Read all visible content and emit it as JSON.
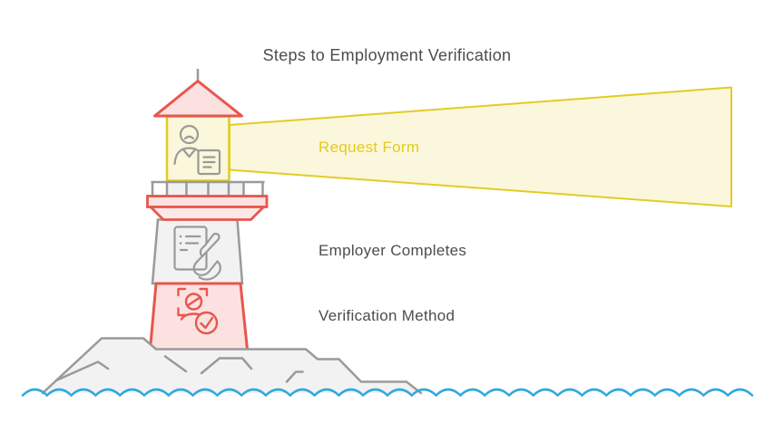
{
  "title": "Steps to Employment Verification",
  "steps": [
    {
      "label": "Request Form"
    },
    {
      "label": "Employer Completes"
    },
    {
      "label": "Verification Method"
    }
  ],
  "icons": [
    {
      "name": "person-with-form-icon",
      "depicts": "employee avatar holding a request form"
    },
    {
      "name": "signing-document-icon",
      "depicts": "hand with quill pen signing a document"
    },
    {
      "name": "identity-check-icon",
      "depicts": "person identity scan with approval checkmark"
    }
  ],
  "colors": {
    "accent_red": "#E8564C",
    "pink_fill": "#FBE2E1",
    "beam_yellow_stroke": "#E2CC25",
    "beam_yellow_fill": "#FBF7DC",
    "beam_text_yellow": "#E3CC1C",
    "gray_stroke": "#9A9A9A",
    "light_gray_fill": "#F2F2F3",
    "water_blue": "#2FA9DF",
    "text_dark": "#4D4D4D"
  }
}
